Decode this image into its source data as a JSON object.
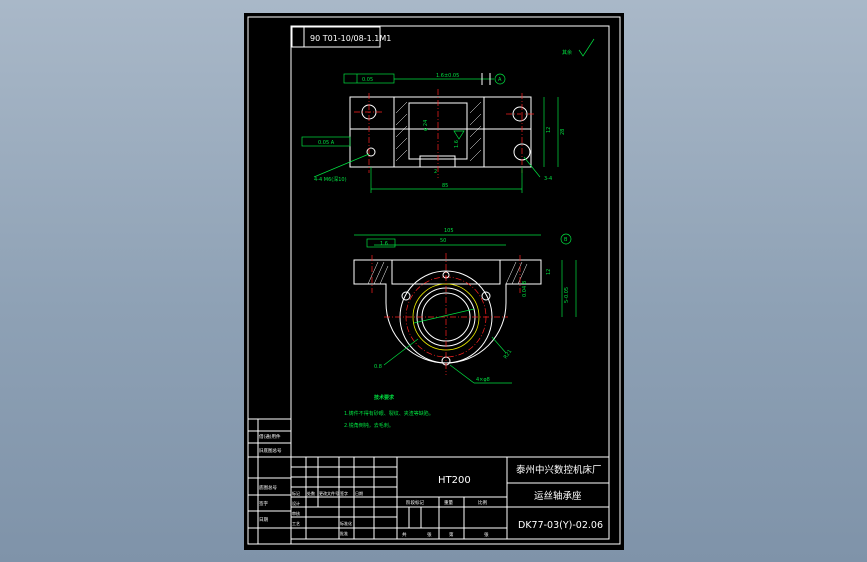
{
  "colors": {
    "background": "#8ea1b5",
    "sheet": "#000000",
    "outline": "#ffffff",
    "center_line": "#ff2020",
    "dimension": "#00e040",
    "accent_yellow": "#e8e800",
    "accent_cyan": "#00d8d8"
  },
  "drawing": {
    "code_box": "90 T01-10/08-1.1M1",
    "roughness_note": "其余",
    "datum_a": "A",
    "datum_b": "B",
    "dimensions": {
      "top_width": "1.6±0.05",
      "ref_2": "2",
      "bore_note": "φ 24",
      "right_h1": "12",
      "right_h2": "28",
      "bottom_width": "85",
      "top_plan": "105",
      "plan_inner": "50",
      "plan_right": "0.04 B",
      "plan_thk": "12",
      "plan_height": "5-0.05",
      "angle_1": "1.6",
      "radius": "R21",
      "hole_note": "4×φ8",
      "screw_left": "4-4 M6(深10)",
      "screw_right": "3-4",
      "roughness_label": "0.8",
      "roughness_13": "1.6",
      "tol_left": "0.05",
      "tol_mid": "0.05 A"
    },
    "tech_title": "技术要求",
    "tech_notes": [
      "1.铸件不得有砂眼、裂纹、夹渣等缺陷。",
      "2.锐角倒钝，去毛刺。"
    ]
  },
  "title_block": {
    "material": "HT200",
    "company": "泰州中兴数控机床厂",
    "part_name": "运丝轴承座",
    "drawing_no": "DK77-03(Y)-02.06",
    "left_rows": [
      "借(通)用件",
      "旧底图总号",
      "底图总号",
      "签字",
      "日期"
    ],
    "small_labels": [
      "标记",
      "处数",
      "更改文件号",
      "签字",
      "日期",
      "设计",
      "审核",
      "工艺",
      "标准化",
      "批准"
    ],
    "stage_labels": [
      "阶段标记",
      "重量",
      "比例"
    ],
    "sheet_labels": [
      "共",
      "张",
      "第",
      "张"
    ]
  }
}
